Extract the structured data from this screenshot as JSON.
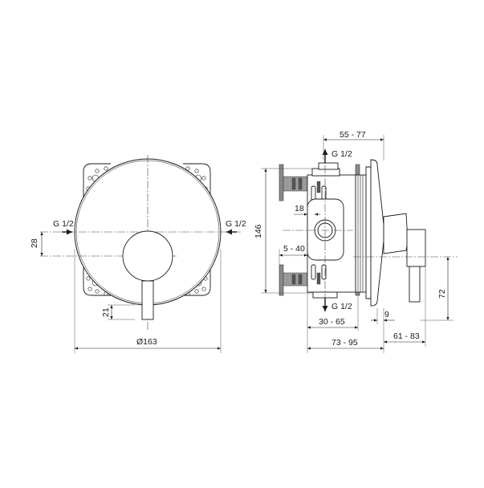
{
  "front_view": {
    "inlet_left": "G 1/2",
    "inlet_right": "G 1/2",
    "dim_offset": "28",
    "dim_lever": "21",
    "dim_diameter": "Ø163"
  },
  "side_view": {
    "outlet_top": "G 1/2",
    "outlet_bottom": "G 1/2",
    "dim_top": "55 - 77",
    "dim_height": "146",
    "dim_18": "18",
    "dim_5_40": "5 - 40",
    "dim_30_65": "30 - 65",
    "dim_73_95": "73 - 95",
    "dim_9": "9",
    "dim_61_83": "61 - 83",
    "dim_72": "72"
  },
  "colors": {
    "line": "#1a1a1a",
    "fill_grey": "#8a8a8a",
    "fill_dark": "#555555",
    "background": "#ffffff"
  }
}
